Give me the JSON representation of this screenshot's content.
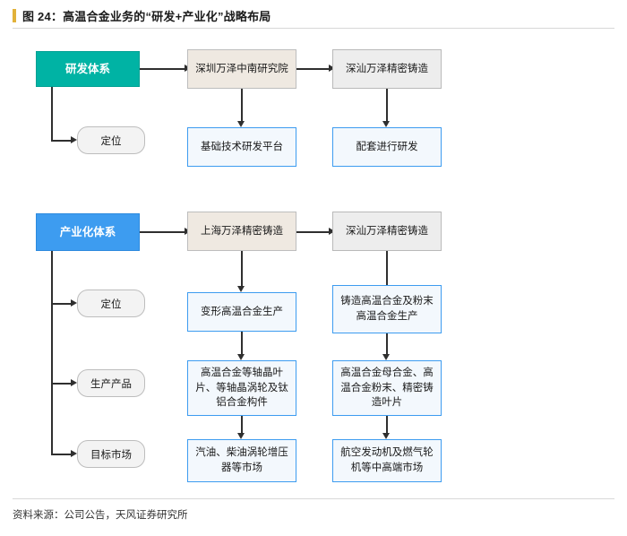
{
  "header": {
    "figure_label": "图 24:",
    "title": "图 24：高温合金业务的“研发+产业化”战略布局",
    "accent_color": "#e2b23a"
  },
  "footer": {
    "source": "资料来源：公司公告，天风证券研究所"
  },
  "diagram": {
    "type": "flowchart",
    "colors": {
      "teal": "#00b3a4",
      "blue": "#3d9cf0",
      "gray": "#ededed",
      "tan": "#efe9e1",
      "light_blue_fill": "#f3f8fd",
      "line": "#2f2f2f"
    },
    "nodes": {
      "rd_system": "研发体系",
      "rd_position_label": "定位",
      "shenzhen_wanze": "深圳万泽中南研究院",
      "shenshan_wanze_rd": "深汕万泽精密铸造",
      "rd_platform": "基础技术研发平台",
      "rd_support": "配套进行研发",
      "industry_system": "产业化体系",
      "ind_position_label": "定位",
      "ind_product_label": "生产产品",
      "ind_market_label": "目标市场",
      "shanghai_wanze": "上海万泽精密铸造",
      "shenshan_wanze_ind": "深汕万泽精密铸造",
      "deform_alloy": "变形高温合金生产",
      "cast_alloy": "铸造高温合金及粉末高温合金生产",
      "deform_products": "高温合金等轴晶叶片、等轴晶涡轮及钛铝合金构件",
      "cast_products": "高温合金母合金、高温合金粉末、精密铸造叶片",
      "deform_market": "汽油、柴油涡轮增压器等市场",
      "cast_market": "航空发动机及燃气轮机等中高端市场"
    }
  }
}
